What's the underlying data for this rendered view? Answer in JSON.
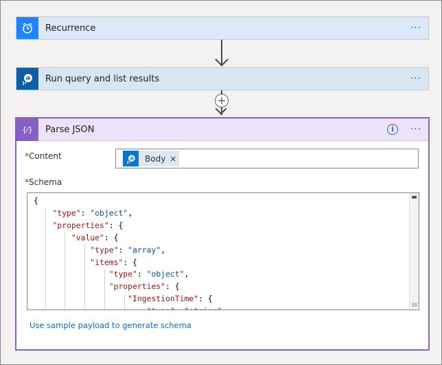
{
  "steps": [
    {
      "title": "Recurrence",
      "icon": "alarm-clock-icon"
    },
    {
      "title": "Run query and list results",
      "icon": "log-analytics-icon"
    }
  ],
  "parse_json": {
    "title": "Parse JSON",
    "icon": "braces-icon",
    "icon_glyph": "{⁄}",
    "content_label": "Content",
    "content_token": "Body",
    "schema_label": "Schema",
    "required_marker": "*",
    "sample_link": "Use sample payload to generate schema"
  },
  "more_label": "···",
  "close_glyph": "×",
  "colors": {
    "accent_blue": "#0f6cbd",
    "parse_purple": "#8661c5",
    "trigger_bg": "#dbe9f9",
    "action_bg": "#d8e6f3"
  },
  "schema_lines": [
    "{",
    "    \"type\": \"object\",",
    "    \"properties\": {",
    "        \"value\": {",
    "            \"type\": \"array\",",
    "            \"items\": {",
    "                \"type\": \"object\",",
    "                \"properties\": {",
    "                    \"IngestionTime\": {",
    "                        \"type\": \"string\""
  ]
}
